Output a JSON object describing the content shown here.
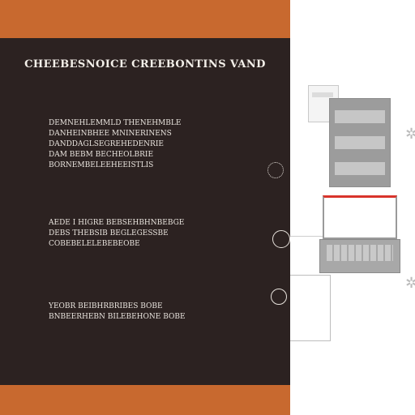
{
  "title": "CHEEBESNOICE CREEBONTINS VAND",
  "sections": [
    {
      "lines": [
        "DEMNEHLEMMLD  THENEHMBLE",
        "DANHEINBHEE MNINERINENS",
        "DANDDAGLSEGREHEDENRIE",
        "DAM BEBM  BECHEOLBRIE",
        "BORNEMBELEEHEEISTLIS"
      ]
    },
    {
      "lines": [
        "AEDE I  HIGRE  BEBSEHBHNBEBGE",
        "DEBS  THEBSIB  BEGLEGESSBE",
        "COBEBELELEBEBEOBE"
      ]
    },
    {
      "lines": [
        "YEOBR  BEIBHRBRIBES  BOBE",
        "BNBEERHEBN  BILEBEHONE  BOBE"
      ]
    }
  ],
  "icons": {
    "bullet_1": "dotted-circle-icon",
    "bullet_2": "circle-icon",
    "bullet_3": "circle-icon",
    "device_doc": "document-icon",
    "device_tower": "computer-tower-icon",
    "device_laptop": "laptop-icon"
  },
  "colors": {
    "accent_orange": "#c8692f",
    "panel_dark": "#2c2221",
    "laptop_accent_red": "#d9342b"
  }
}
